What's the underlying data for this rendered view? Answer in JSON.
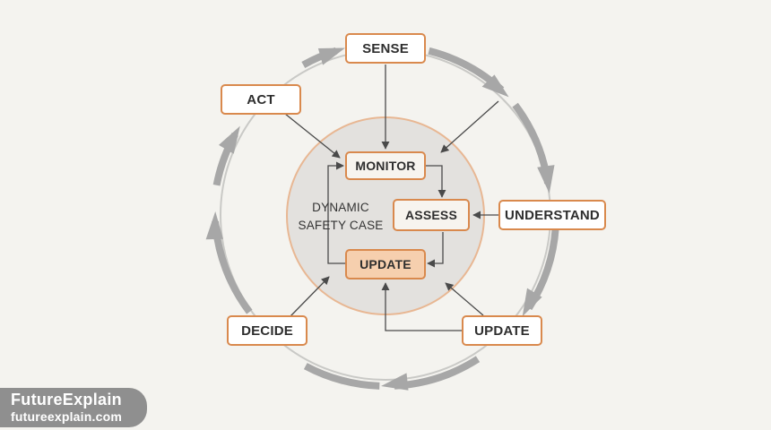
{
  "outer_nodes": {
    "sense": "SENSE",
    "understand": "UNDERSTAND",
    "update": "UPDATE",
    "decide": "DECIDE",
    "act": "ACT"
  },
  "inner_nodes": {
    "monitor": "MONITOR",
    "assess": "ASSESS",
    "update": "UPDATE"
  },
  "center_label": {
    "line1": "DYNAMIC",
    "line2": "SAFETY CASE"
  },
  "brand": {
    "name": "FutureExplain",
    "url": "futureexplain.com"
  },
  "colors": {
    "background": "#f4f3ef",
    "accent_orange": "#d9894d",
    "highlight_fill": "#f6cfae",
    "inner_circle_fill": "#e3e1de",
    "cycle_arrow_gray": "#a7a7a7"
  }
}
